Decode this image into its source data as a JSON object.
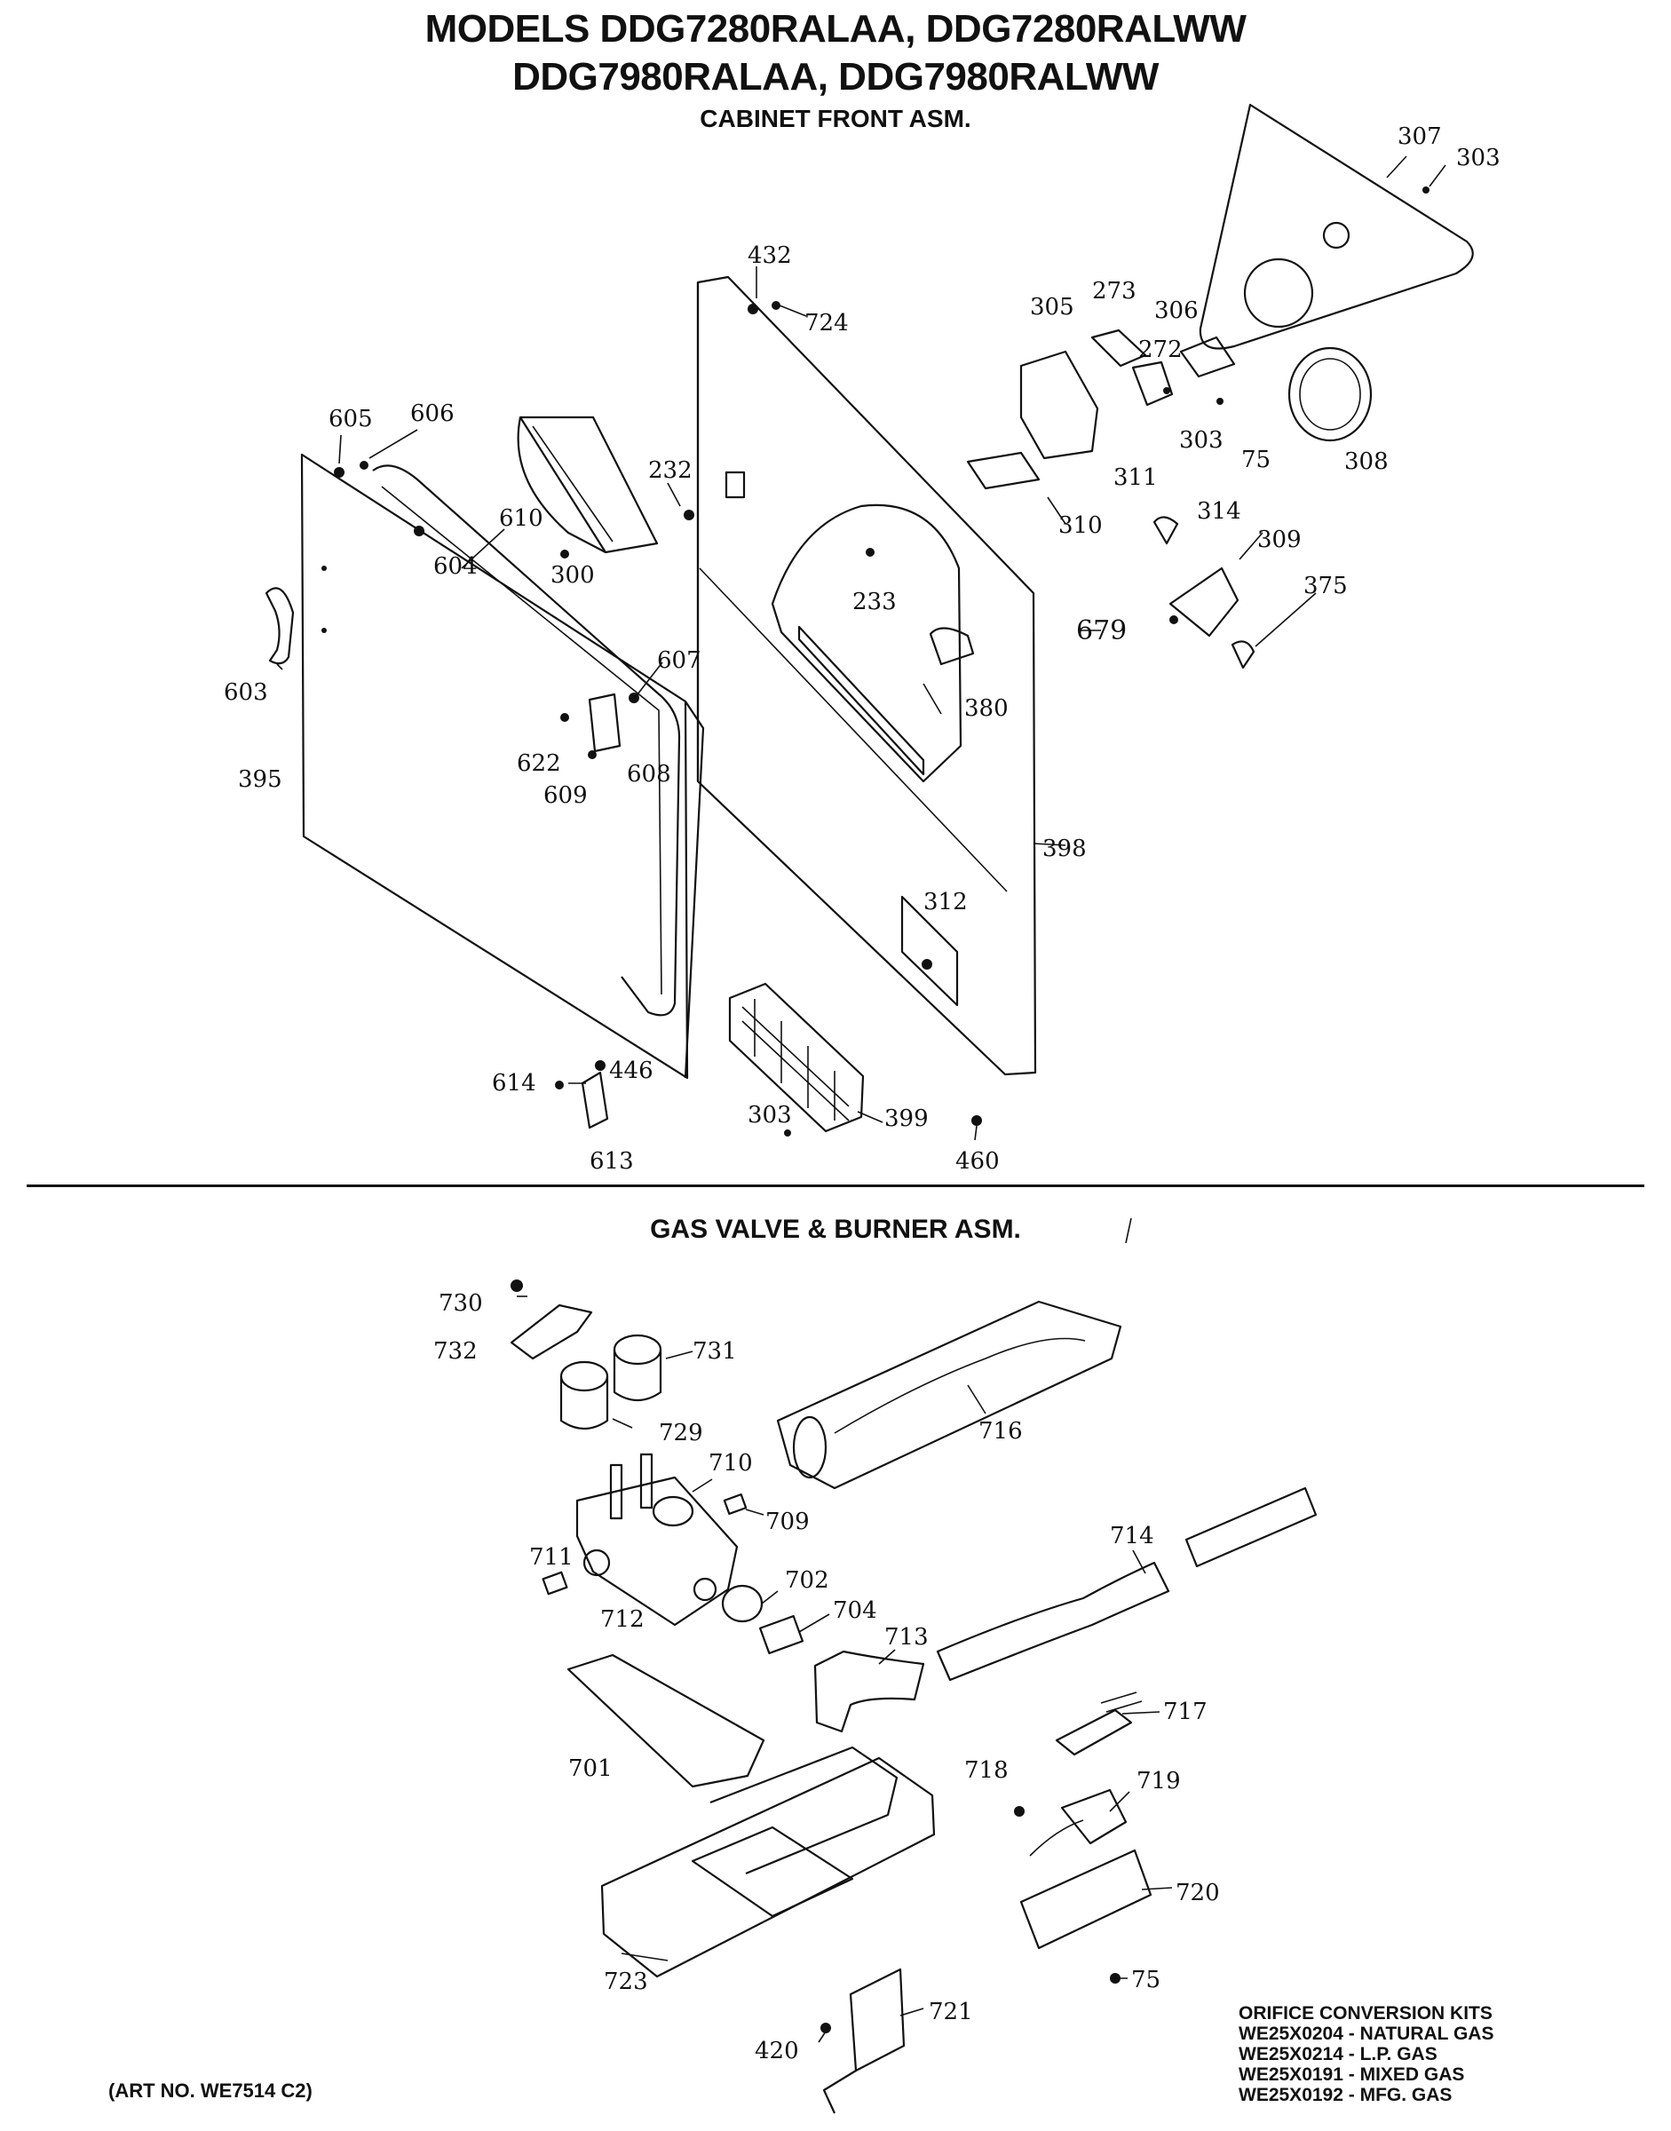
{
  "header": {
    "title_line1": "MODELS DDG7280RALAA, DDG7280RALWW",
    "title_line2": "DDG7980RALAA, DDG7980RALWW",
    "section1": "CABINET FRONT ASM.",
    "section2": "GAS VALVE & BURNER ASM."
  },
  "labels": {
    "l432": "432",
    "l724": "724",
    "l305": "305",
    "l273": "273",
    "l306": "306",
    "l272": "272",
    "l303a": "303",
    "l303b": "303",
    "l303c": "303",
    "l307": "307",
    "l308": "308",
    "l75a": "75",
    "l311": "311",
    "l310": "310",
    "l314": "314",
    "l309": "309",
    "l375": "375",
    "l679": "679",
    "l605": "605",
    "l606": "606",
    "l232": "232",
    "l610": "610",
    "l604": "604",
    "l300": "300",
    "l233": "233",
    "l380": "380",
    "l603": "603",
    "l607": "607",
    "l622": "622",
    "l608": "608",
    "l609": "609",
    "l395": "395",
    "l398": "398",
    "l312": "312",
    "l614": "614",
    "l446": "446",
    "l613": "613",
    "l399": "399",
    "l460": "460",
    "l730": "730",
    "l732": "732",
    "l731": "731",
    "l729": "729",
    "l710": "710",
    "l709": "709",
    "l716": "716",
    "l711": "711",
    "l712": "712",
    "l702": "702",
    "l704": "704",
    "l713": "713",
    "l714": "714",
    "l701": "701",
    "l717": "717",
    "l718": "718",
    "l719": "719",
    "l720": "720",
    "l723": "723",
    "l75b": "75",
    "l721": "721",
    "l420": "420"
  },
  "kits": {
    "title": "ORIFICE CONVERSION KITS",
    "items": [
      "WE25X0204 - NATURAL GAS",
      "WE25X0214 - L.P. GAS",
      "WE25X0191 - MIXED GAS",
      "WE25X0192 - MFG. GAS"
    ]
  },
  "art_no": "(ART NO. WE7514 C2)"
}
